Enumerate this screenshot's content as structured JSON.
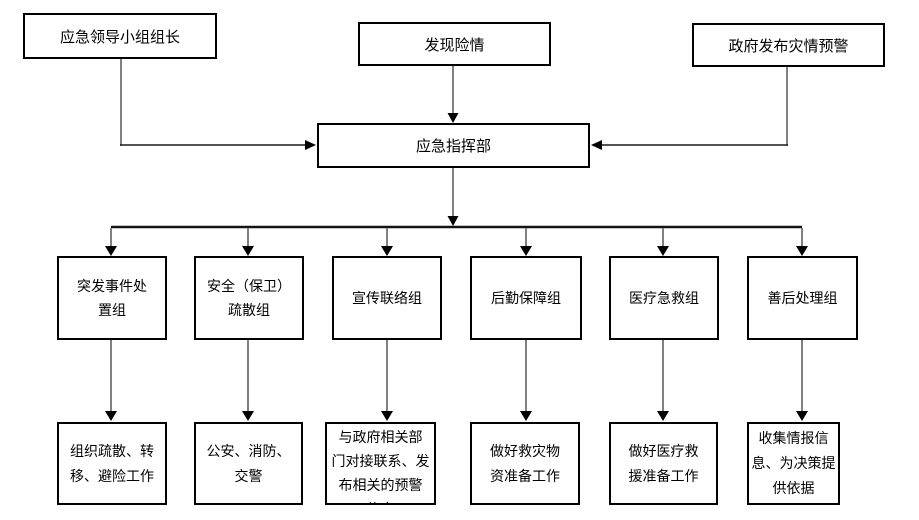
{
  "diagram": {
    "type": "flowchart",
    "colors": {
      "background": "#ffffff",
      "box_border": "#000000",
      "connector": "#808080",
      "arrow": "#000000"
    },
    "nodes": {
      "leader": "应急领导小组组长",
      "danger_found": "发现险情",
      "gov_warning": "政府发布灾情预警",
      "hq": "应急指挥部",
      "groups": [
        "突发事件处\n置组",
        "安全（保卫）\n疏散组",
        "宣传联络组",
        "后勤保障组",
        "医疗急救组",
        "善后处理组"
      ],
      "tasks": [
        "组织疏散、转\n移、避险工作",
        "公安、消防、\n交警",
        "与政府相关部\n门对接联系、发\n布相关的预警\n信息",
        "做好救灾物\n资准备工作",
        "做好医疗救\n援准备工作",
        "收集情报信\n息、为决策提\n供依据"
      ]
    },
    "edges": [
      {
        "from": "应急领导小组组长",
        "to": "应急指挥部"
      },
      {
        "from": "发现险情",
        "to": "应急指挥部"
      },
      {
        "from": "政府发布灾情预警",
        "to": "应急指挥部"
      },
      {
        "from": "应急指挥部",
        "to": "突发事件处置组"
      },
      {
        "from": "应急指挥部",
        "to": "安全（保卫）疏散组"
      },
      {
        "from": "应急指挥部",
        "to": "宣传联络组"
      },
      {
        "from": "应急指挥部",
        "to": "后勤保障组"
      },
      {
        "from": "应急指挥部",
        "to": "医疗急救组"
      },
      {
        "from": "应急指挥部",
        "to": "善后处理组"
      },
      {
        "from": "突发事件处置组",
        "to": "组织疏散、转移、避险工作"
      },
      {
        "from": "安全（保卫）疏散组",
        "to": "公安、消防、交警"
      },
      {
        "from": "宣传联络组",
        "to": "与政府相关部门对接联系、发布相关的预警信息"
      },
      {
        "from": "后勤保障组",
        "to": "做好救灾物资准备工作"
      },
      {
        "from": "医疗急救组",
        "to": "做好医疗救援准备工作"
      },
      {
        "from": "善后处理组",
        "to": "收集情报信息、为决策提供依据"
      }
    ]
  }
}
